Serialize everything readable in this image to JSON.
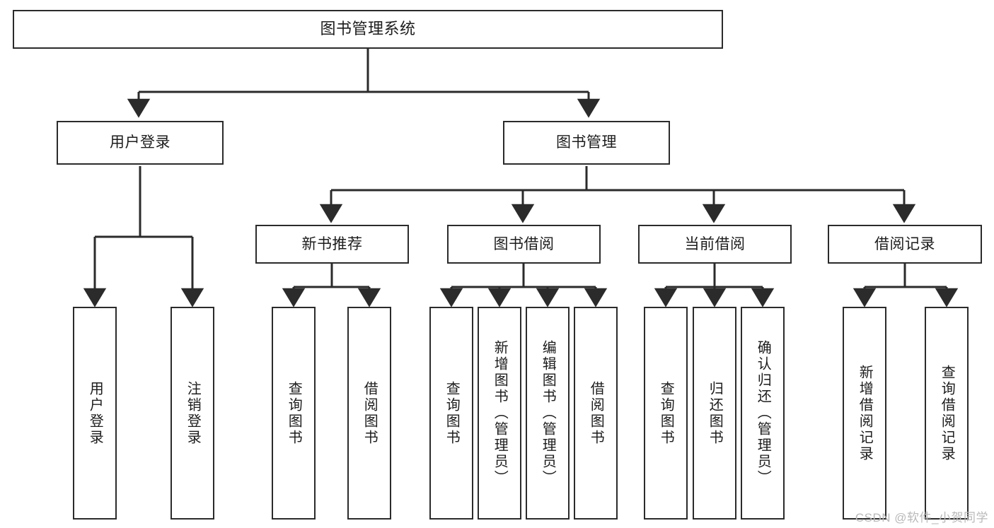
{
  "diagram": {
    "title": "图书管理系统",
    "type": "tree-hierarchy-chart",
    "stroke_color": "#2b2b2b",
    "text_color": "#1c1c1c",
    "background_color": "#ffffff"
  },
  "nodes": {
    "root": {
      "label": "图书管理系统"
    },
    "level2": [
      {
        "id": "user-login",
        "label": "用户登录"
      },
      {
        "id": "book-management",
        "label": "图书管理"
      }
    ],
    "level3": [
      {
        "id": "new-book-recommend",
        "label": "新书推荐"
      },
      {
        "id": "book-borrow",
        "label": "图书借阅"
      },
      {
        "id": "current-borrow",
        "label": "当前借阅"
      },
      {
        "id": "borrow-record",
        "label": "借阅记录"
      }
    ],
    "leaves": {
      "user_login": [
        {
          "id": "leaf-user-login",
          "label": "用户登录"
        },
        {
          "id": "leaf-logout",
          "label": "注销登录"
        }
      ],
      "new_book_recommend": [
        {
          "id": "leaf-query-book-1",
          "label": "查询图书"
        },
        {
          "id": "leaf-borrow-book-1",
          "label": "借阅图书"
        }
      ],
      "book_borrow": [
        {
          "id": "leaf-query-book-2",
          "label": "查询图书"
        },
        {
          "id": "leaf-add-book",
          "label": "新增图书（管理员）"
        },
        {
          "id": "leaf-edit-book",
          "label": "编辑图书（管理员）"
        },
        {
          "id": "leaf-borrow-book-2",
          "label": "借阅图书"
        }
      ],
      "current_borrow": [
        {
          "id": "leaf-query-book-3",
          "label": "查询图书"
        },
        {
          "id": "leaf-return-book",
          "label": "归还图书"
        },
        {
          "id": "leaf-confirm-return",
          "label": "确认归还（管理员）"
        }
      ],
      "borrow_record": [
        {
          "id": "leaf-add-record",
          "label": "新增借阅记录"
        },
        {
          "id": "leaf-query-record",
          "label": "查询借阅记录"
        }
      ]
    }
  },
  "watermark": {
    "text": "CSDN @软件_小贺同学"
  }
}
